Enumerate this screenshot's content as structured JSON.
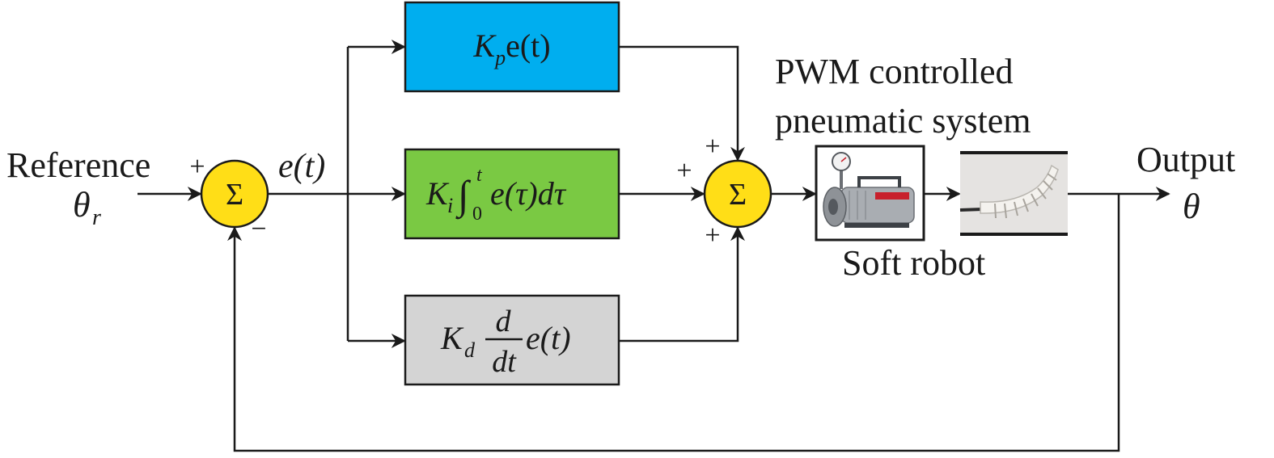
{
  "inputs": {
    "reference_label": "Reference",
    "reference_symbol": "θ",
    "reference_sub": "r",
    "output_label": "Output",
    "output_symbol": "θ"
  },
  "signals": {
    "error": "e(t)"
  },
  "summing_junctions": {
    "symbol": "Σ",
    "s1_plus": "+",
    "s1_minus": "−",
    "s2_plus_top": "+",
    "s2_plus_left": "+",
    "s2_plus_bottom": "+"
  },
  "blocks": {
    "p": {
      "k": "K",
      "sub": "p",
      "expr": "e(t)"
    },
    "i": {
      "k": "K",
      "sub": "i",
      "int": "∫",
      "upper": "t",
      "lower": "0",
      "expr": "e(τ)dτ"
    },
    "d": {
      "k": "K",
      "sub": "d",
      "num": "d",
      "den": "dt",
      "expr": "e(t)"
    }
  },
  "plant": {
    "title_line1": "PWM controlled",
    "title_line2": "pneumatic system",
    "caption": "Soft robot"
  },
  "colors": {
    "p_block": "#00aeef",
    "i_block": "#7ac943",
    "d_block": "#d4d4d4",
    "sum_fill": "#ffde17",
    "line": "#1a1a1a"
  }
}
